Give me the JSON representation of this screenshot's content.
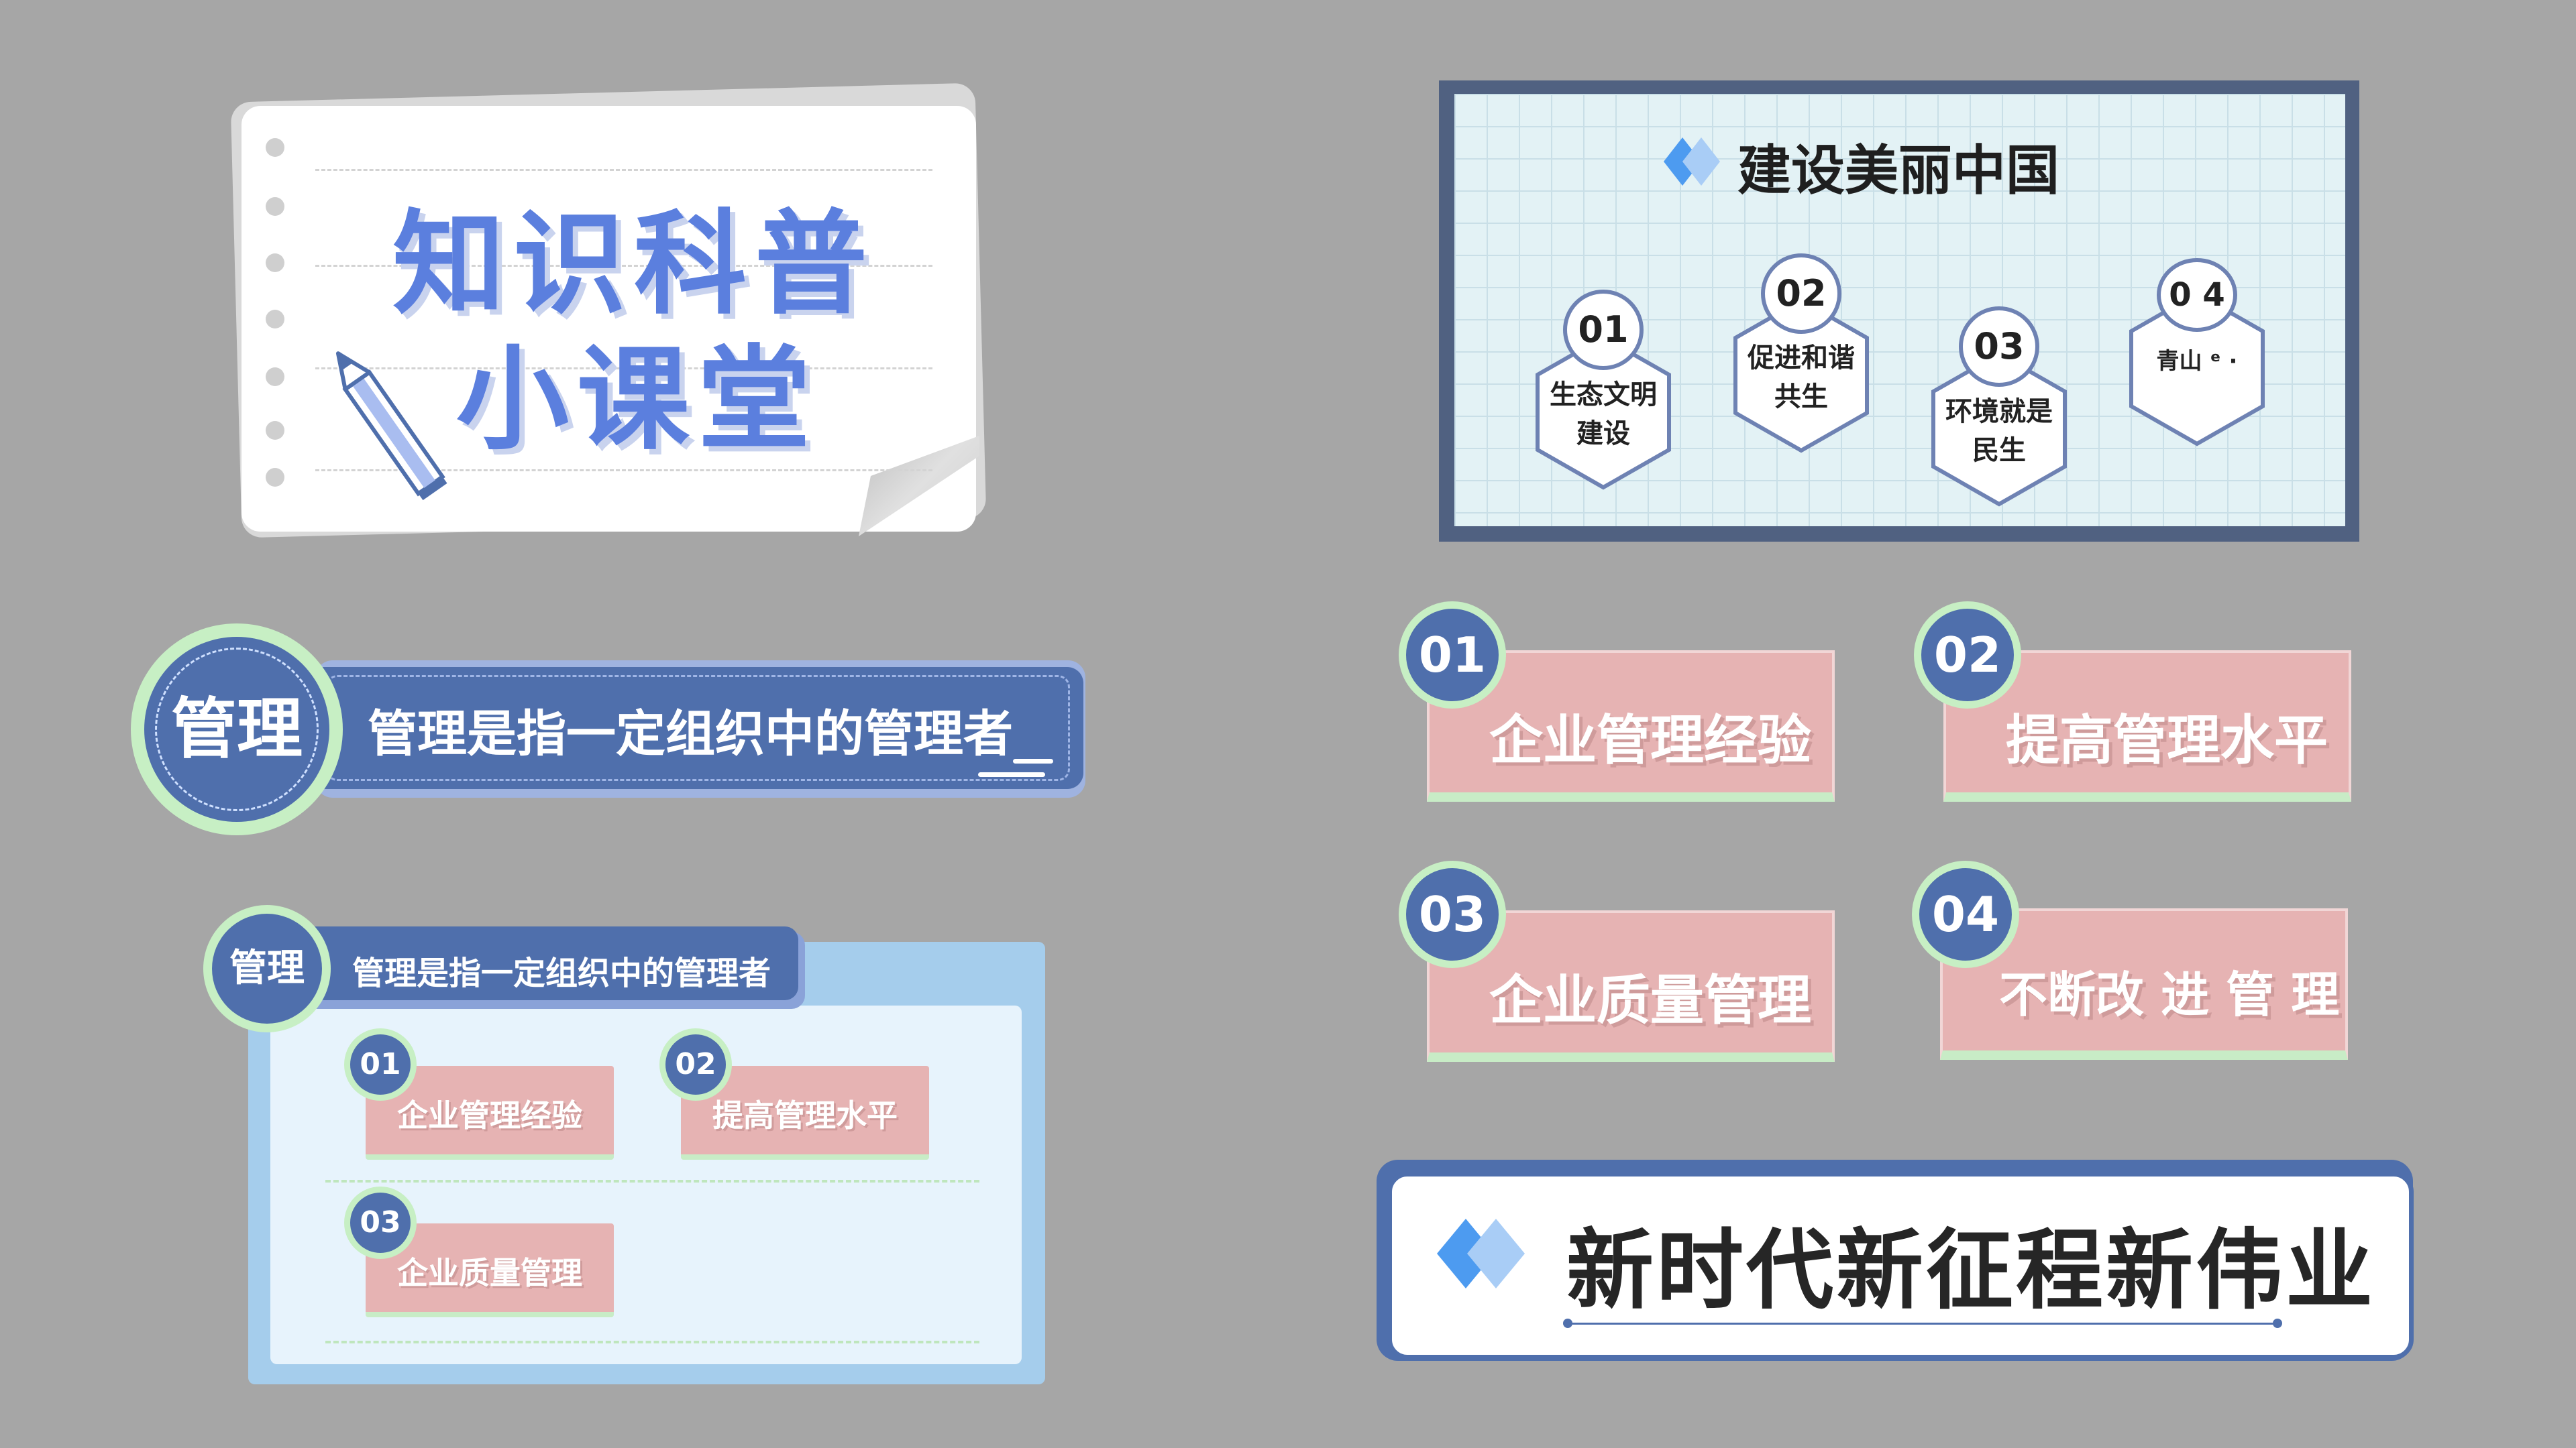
{
  "notebook": {
    "title_line1": "知识科普",
    "title_line2": "小课堂"
  },
  "banner_large": {
    "circle_label": "管理",
    "text": "管理是指一定组织中的管理者"
  },
  "panel": {
    "circle_label": "管理",
    "header_text": "管理是指一定组织中的管理者",
    "items": [
      {
        "num": "01",
        "label": "企业管理经验"
      },
      {
        "num": "02",
        "label": "提高管理水平"
      },
      {
        "num": "03",
        "label": "企业质量管理"
      }
    ]
  },
  "grid_panel": {
    "title": "建设美丽中国",
    "hexes": [
      {
        "num": "01",
        "line1": "生态文明",
        "line2": "建设"
      },
      {
        "num": "02",
        "line1": "促进和谐",
        "line2": "共生"
      },
      {
        "num": "03",
        "line1": "环境就是",
        "line2": "民生"
      },
      {
        "num": "0 4",
        "line1": "青山 ᵉ ·",
        "line2": ""
      }
    ]
  },
  "pink_cards": [
    {
      "num": "01",
      "label": "企业管理经验"
    },
    {
      "num": "02",
      "label": "提高管理水平"
    },
    {
      "num": "03",
      "label": "企业质量管理"
    },
    {
      "num": "04",
      "label": "不断改 进 管 理"
    }
  ],
  "slogan": {
    "text": "新时代新征程新伟业"
  },
  "colors": {
    "background": "#a6a6a6",
    "primary_blue": "#4f6fac",
    "mint": "#c7efc4",
    "pink": "#e6b3b3",
    "title_blue": "#5b7fde",
    "diamond_blue": "#4d9bf0"
  }
}
